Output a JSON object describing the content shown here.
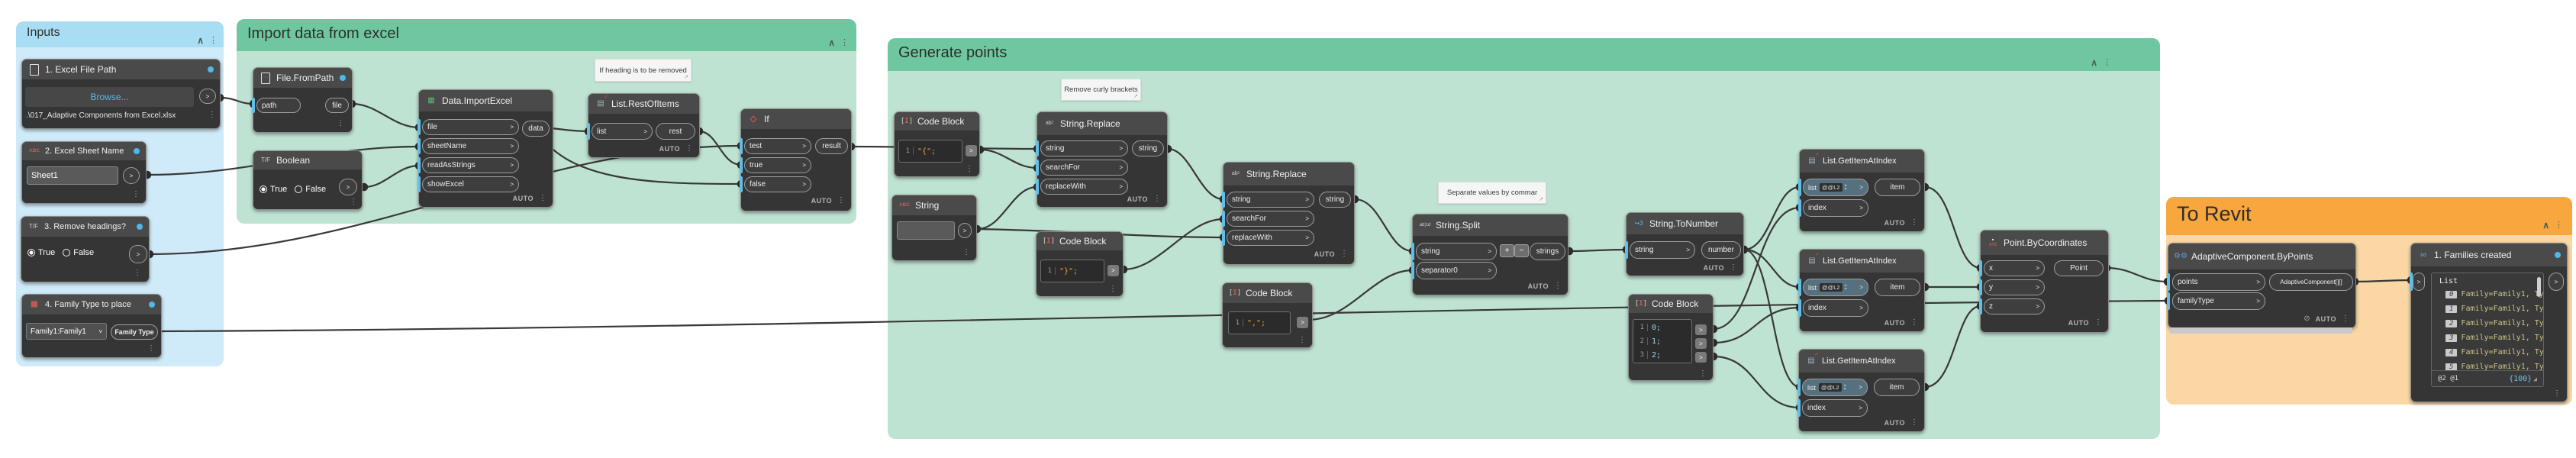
{
  "ui": {
    "chevron": ">",
    "collapse": "∧",
    "dots": "⋮",
    "plus": "+",
    "minus": "−",
    "auto": "AUTO",
    "select_chevron": "˅",
    "pin": "↗",
    "level_badge": "@@L2",
    "arrow_up": "▴",
    "arrow_down": "▾",
    "resize": "◢"
  },
  "icons": {
    "doc_dots": "⋯",
    "abc": "ABC",
    "tf": "T/F",
    "family_grid": "▦",
    "excel_grid": "▦",
    "list_grid": "▤",
    "list_check": "✓",
    "if_diamond": "◇",
    "cb_open": "[",
    "cb_i": "I",
    "cb_close": "]",
    "replace": "abᶻ",
    "split": "ab¦cd",
    "tonum": "↪3",
    "point_dot": "▪",
    "point_xyz": "XYZ",
    "gears": "⚙⚙",
    "watch": "∞",
    "preview_off": "⊘"
  },
  "groups": {
    "inputs": {
      "title": "Inputs"
    },
    "import_excel": {
      "title": "Import data from excel"
    },
    "generate_points": {
      "title": "Generate points"
    },
    "to_revit": {
      "title": "To Revit"
    }
  },
  "notes": {
    "heading": "If heading is to be removed",
    "curly": "Remove curly brackets",
    "comma": "Separate values by commar"
  },
  "nodes": {
    "excelFilePath": {
      "title": "1. Excel File Path",
      "browse": "Browse...",
      "path": ".\\017_Adaptive Components from Excel.xlsx"
    },
    "excelSheetName": {
      "title": "2. Excel Sheet Name",
      "value": "Sheet1"
    },
    "removeHeadings": {
      "title": "3. Remove headings?",
      "opt_true": "True",
      "opt_false": "False"
    },
    "familyTypeToPlace": {
      "title": "4. Family Type to place",
      "value": "Family1:Family1",
      "port": "Family Type"
    },
    "fileFromPath": {
      "title": "File.FromPath",
      "in": "path",
      "out": "file"
    },
    "boolean": {
      "title": "Boolean",
      "opt_true": "True",
      "opt_false": "False"
    },
    "importExcel": {
      "title": "Data.ImportExcel",
      "inputs": [
        "file",
        "sheetName",
        "readAsStrings",
        "showExcel"
      ],
      "out": "data"
    },
    "restOfItems": {
      "title": "List.RestOfItems",
      "in": "list",
      "out": "rest"
    },
    "ifNode": {
      "title": "If",
      "inputs": [
        "test",
        "true",
        "false"
      ],
      "out": "result"
    },
    "codeBlock": {
      "title": "Code Block"
    },
    "cb1": {
      "n": "1",
      "code": "\"{\";"
    },
    "cb2": {
      "n": "1",
      "code": "\"}\";"
    },
    "cb3": {
      "n": "1",
      "code": "\",\";"
    },
    "cb4": {
      "lines": [
        {
          "n": "1",
          "code": "0;"
        },
        {
          "n": "2",
          "code": "1;"
        },
        {
          "n": "3",
          "code": "2;"
        }
      ]
    },
    "stringReplace": {
      "title": "String.Replace",
      "inputs": [
        "string",
        "searchFor",
        "replaceWith"
      ],
      "out": "string"
    },
    "stringInput": {
      "title": "String"
    },
    "stringSplit": {
      "title": "String.Split",
      "inputs": [
        "string",
        "separator0"
      ],
      "out": "strings"
    },
    "stringToNumber": {
      "title": "String.ToNumber",
      "in": "string",
      "out": "number"
    },
    "getItem": {
      "title": "List.GetItemAtIndex",
      "in_list": "list",
      "in_index": "index",
      "out": "item"
    },
    "pointByCoordinates": {
      "title": "Point.ByCoordinates",
      "inputs": [
        "x",
        "y",
        "z"
      ],
      "out": "Point"
    },
    "adaptiveComponent": {
      "title": "AdaptiveComponent.ByPoints",
      "in_points": "points",
      "in_family": "familyType",
      "out": "AdaptiveComponent[][]"
    },
    "watch": {
      "title": "1. Families created",
      "list_label": "List",
      "items": [
        {
          "i": "0",
          "t": "Family=Family1, Ty"
        },
        {
          "i": "1",
          "t": "Family=Family1, Ty"
        },
        {
          "i": "2",
          "t": "Family=Family1, Ty"
        },
        {
          "i": "3",
          "t": "Family=Family1, Ty"
        },
        {
          "i": "4",
          "t": "Family=Family1, Ty"
        },
        {
          "i": "5",
          "t": "Family=Family1, Ty"
        }
      ],
      "footer_left": "@2 @1",
      "footer_right": "{100}"
    }
  },
  "colors": {
    "group_inputs": "#a9ddf3",
    "group_inputs_body": "#cfeaf8",
    "group_green": "#6fc7a0",
    "group_green_body": "#bfe3d2",
    "group_orange": "#f7a73d",
    "group_orange_body": "#fad7a4",
    "node_dark": "#353535",
    "port_blue": "#62bee8",
    "wire": "#383838",
    "accent_blue": "#4fb8ea"
  }
}
